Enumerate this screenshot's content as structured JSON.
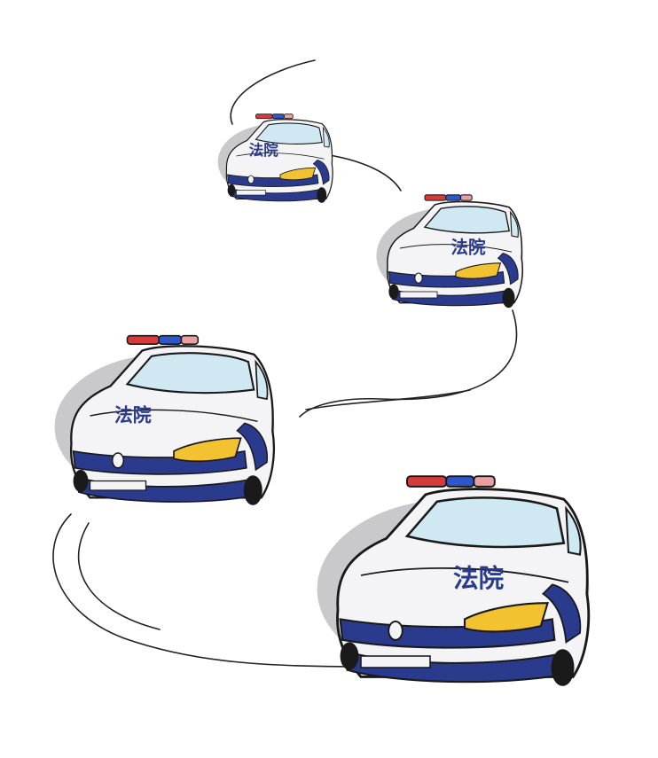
{
  "illustration": {
    "car_door_text": "法院",
    "colors": {
      "body": "#f4f4f6",
      "stripe": "#2a3a8c",
      "glass": "#cfe8f2",
      "outline": "#1a1a1a",
      "shadow": "#c9c9cc",
      "siren_red": "#d63a3a",
      "siren_blue": "#2f57c8",
      "headlight": "#f2c230"
    },
    "cars": [
      {
        "id": "car-1",
        "label": "法院"
      },
      {
        "id": "car-2",
        "label": "法院"
      },
      {
        "id": "car-3",
        "label": "法院"
      },
      {
        "id": "car-4",
        "label": "法院"
      }
    ]
  }
}
